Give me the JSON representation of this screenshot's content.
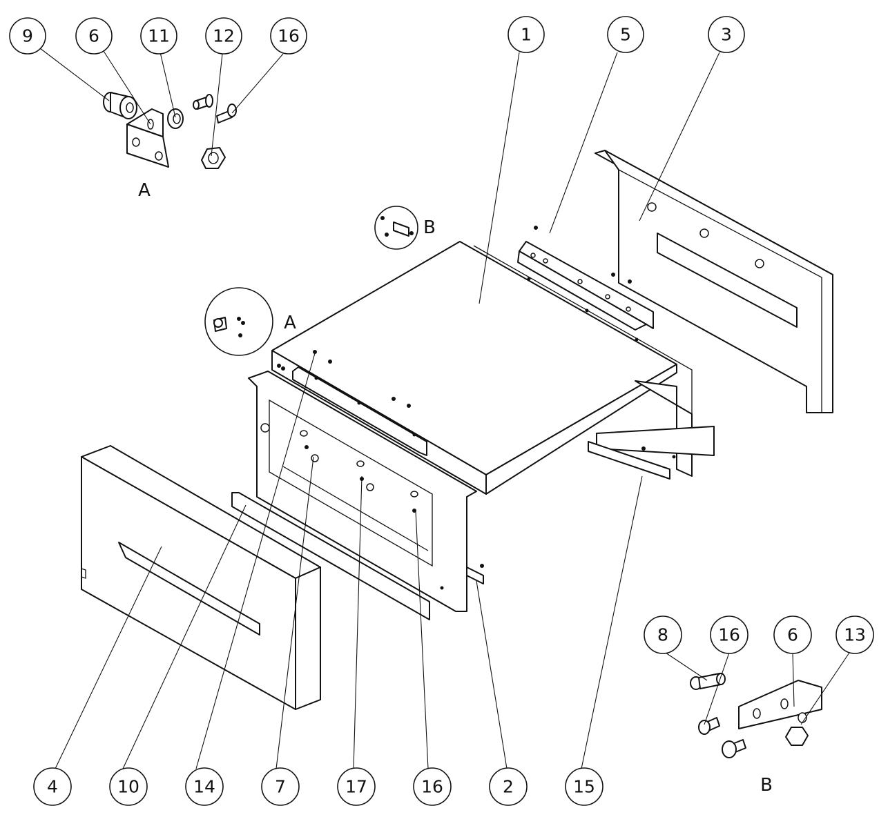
{
  "balloons": [
    {
      "label": "9",
      "part": "A"
    },
    {
      "label": "6",
      "part": "A"
    },
    {
      "label": "11",
      "part": "A"
    },
    {
      "label": "12",
      "part": "A"
    },
    {
      "label": "16",
      "part": "A"
    },
    {
      "label": "1",
      "part": "main"
    },
    {
      "label": "5",
      "part": "main"
    },
    {
      "label": "3",
      "part": "main"
    },
    {
      "label": "4",
      "part": "main"
    },
    {
      "label": "10",
      "part": "main"
    },
    {
      "label": "14",
      "part": "main"
    },
    {
      "label": "7",
      "part": "main"
    },
    {
      "label": "17",
      "part": "main"
    },
    {
      "label": "16",
      "part": "main"
    },
    {
      "label": "2",
      "part": "main"
    },
    {
      "label": "15",
      "part": "main"
    },
    {
      "label": "8",
      "part": "B"
    },
    {
      "label": "16",
      "part": "B"
    },
    {
      "label": "6",
      "part": "B"
    },
    {
      "label": "13",
      "part": "B"
    }
  ],
  "views": {
    "detail_a_label": "A",
    "detail_b_label": "B",
    "callout_a_label": "A",
    "callout_b_label": "B"
  }
}
